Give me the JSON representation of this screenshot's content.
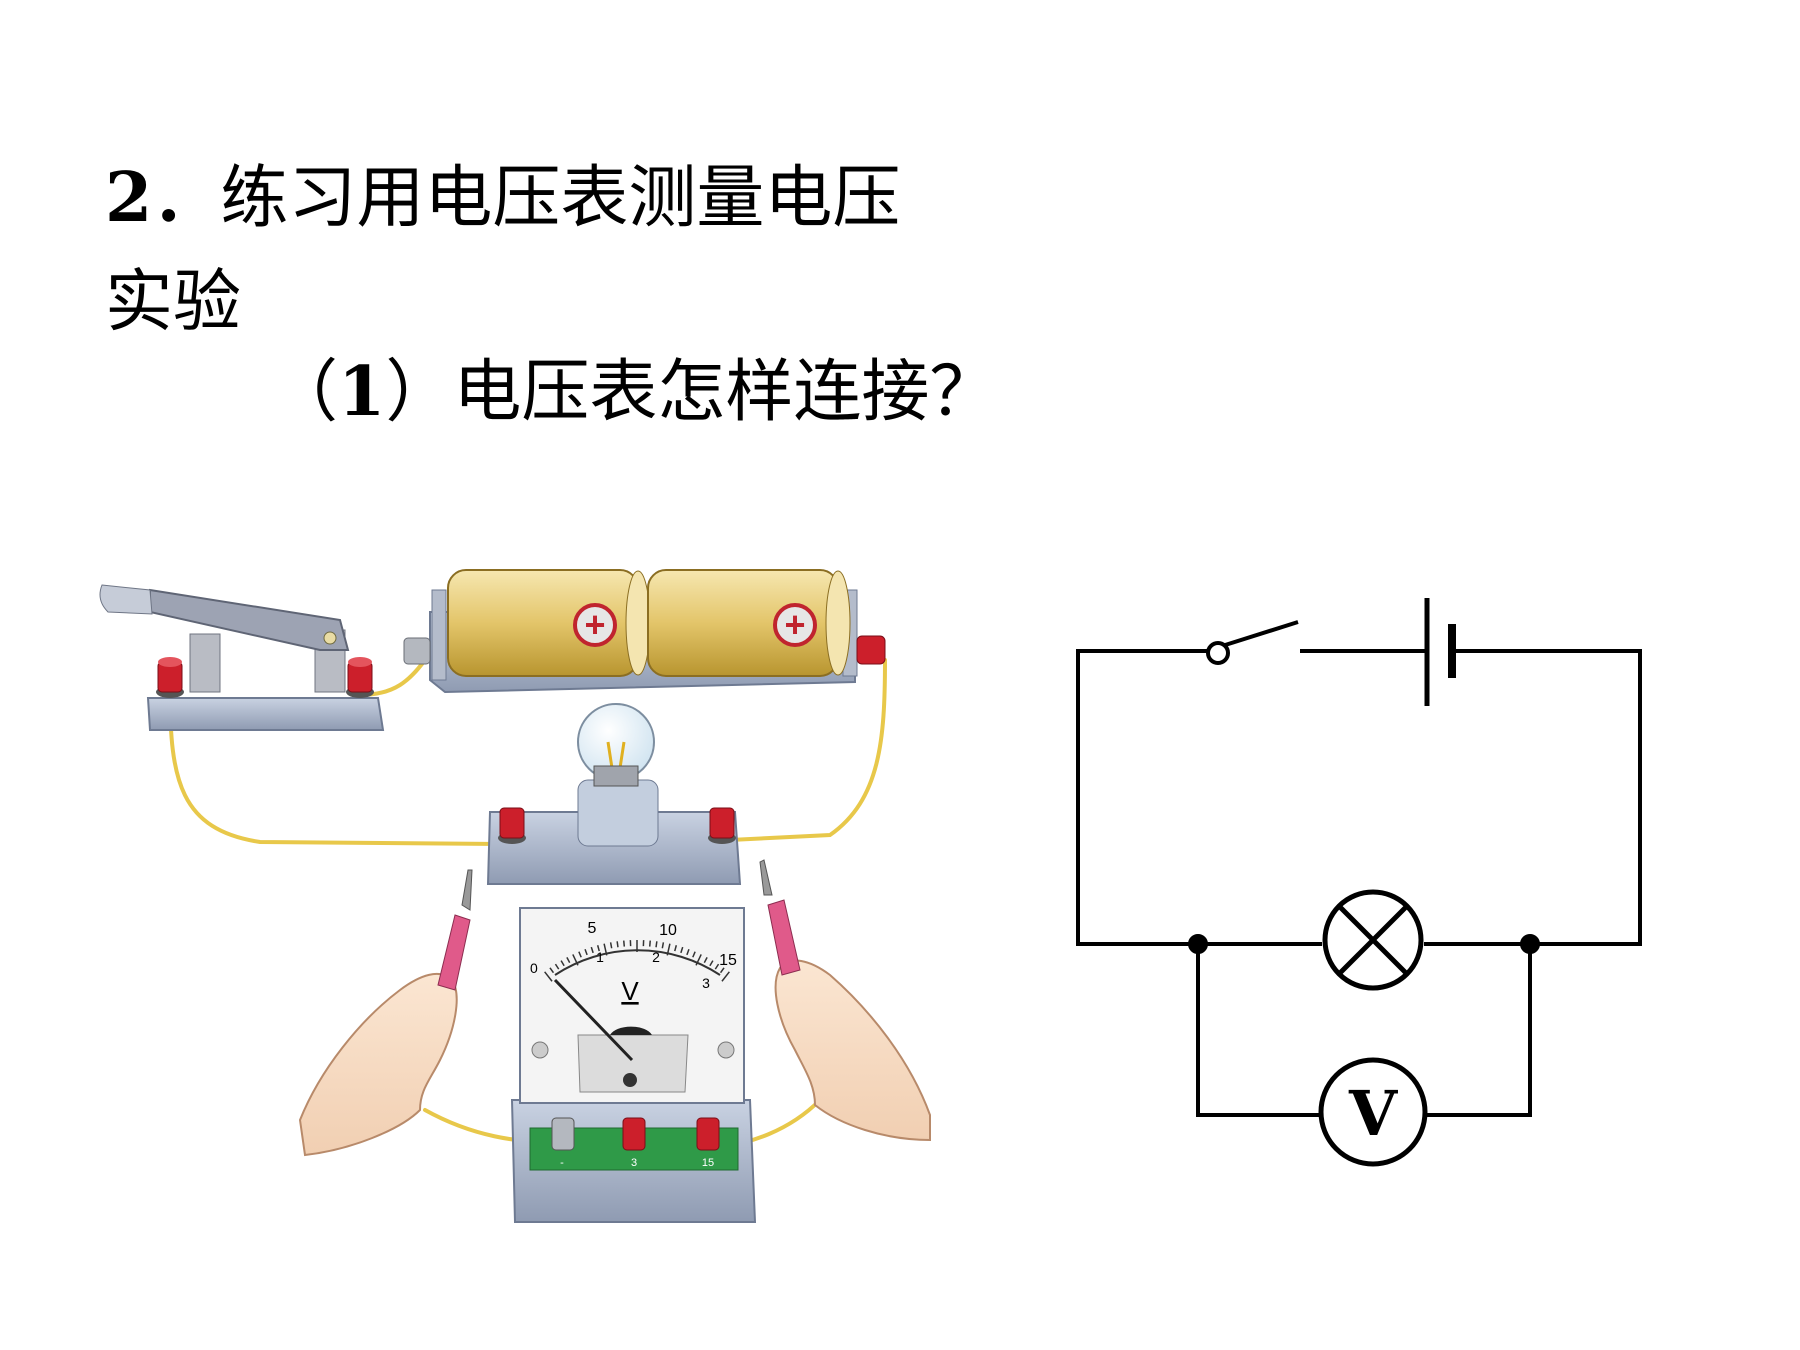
{
  "heading": {
    "number": "2．",
    "title": "练习用电压表测量电压",
    "title_cont": "实验"
  },
  "question": {
    "open": "（",
    "number": "1",
    "close_and_text": "）电压表怎样连接？"
  },
  "apparatus": {
    "battery_plus_symbol": "+",
    "meter_unit": "V",
    "meter_scale_upper": [
      "5",
      "10",
      "15"
    ],
    "meter_scale_lower": [
      "1",
      "2",
      "3"
    ],
    "meter_zero": "0",
    "terminal_labels": [
      "-",
      "3",
      "15"
    ],
    "colors": {
      "battery": "#e3c56a",
      "terminal": "#cc1f2b",
      "wire": "#e8c84a",
      "base": "#a9b4c8",
      "board_green": "#2f9a48"
    }
  },
  "circuit": {
    "voltmeter_symbol": "V",
    "components": [
      "switch",
      "battery",
      "lamp",
      "voltmeter"
    ]
  }
}
